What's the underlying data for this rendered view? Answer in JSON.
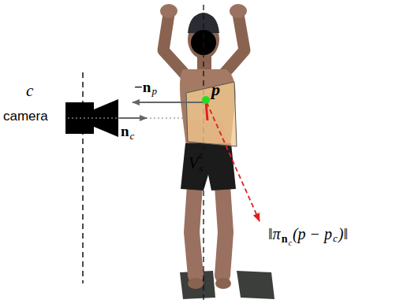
{
  "diagram": {
    "labels": [
      "c",
      "camera",
      "n",
      "c",
      "−n",
      "p",
      "p",
      "V",
      "c",
      "s",
      "‖π",
      "n",
      "c",
      "(p − p",
      "c",
      ")‖"
    ]
  }
}
